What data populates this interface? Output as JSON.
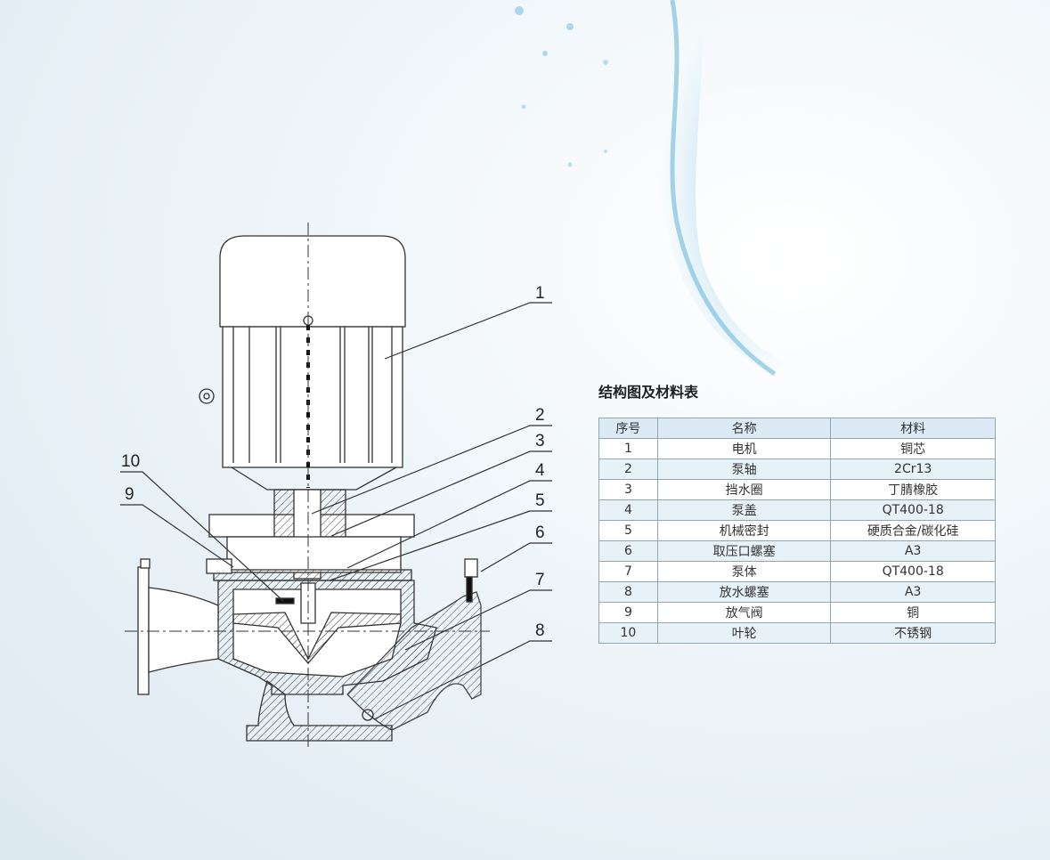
{
  "diagram": {
    "callouts": [
      "1",
      "2",
      "3",
      "4",
      "5",
      "6",
      "7",
      "8",
      "9",
      "10"
    ]
  },
  "section_title": "结构图及材料表",
  "table": {
    "headers": [
      "序号",
      "名称",
      "材料"
    ],
    "rows": [
      [
        "1",
        "电机",
        "铜芯"
      ],
      [
        "2",
        "泵轴",
        "2Cr13"
      ],
      [
        "3",
        "挡水圈",
        "丁腈橡胶"
      ],
      [
        "4",
        "泵盖",
        "QT400-18"
      ],
      [
        "5",
        "机械密封",
        "硬质合金/碳化硅"
      ],
      [
        "6",
        "取压口螺塞",
        "A3"
      ],
      [
        "7",
        "泵体",
        "QT400-18"
      ],
      [
        "8",
        "放水螺塞",
        "A3"
      ],
      [
        "9",
        "放气阀",
        "铜"
      ],
      [
        "10",
        "叶轮",
        "不锈钢"
      ]
    ]
  },
  "colors": {
    "header_bg": "#dbeaf4",
    "alt_row": "#e6f1f8",
    "border": "#8fa6b3",
    "water": "#7fc1de"
  }
}
